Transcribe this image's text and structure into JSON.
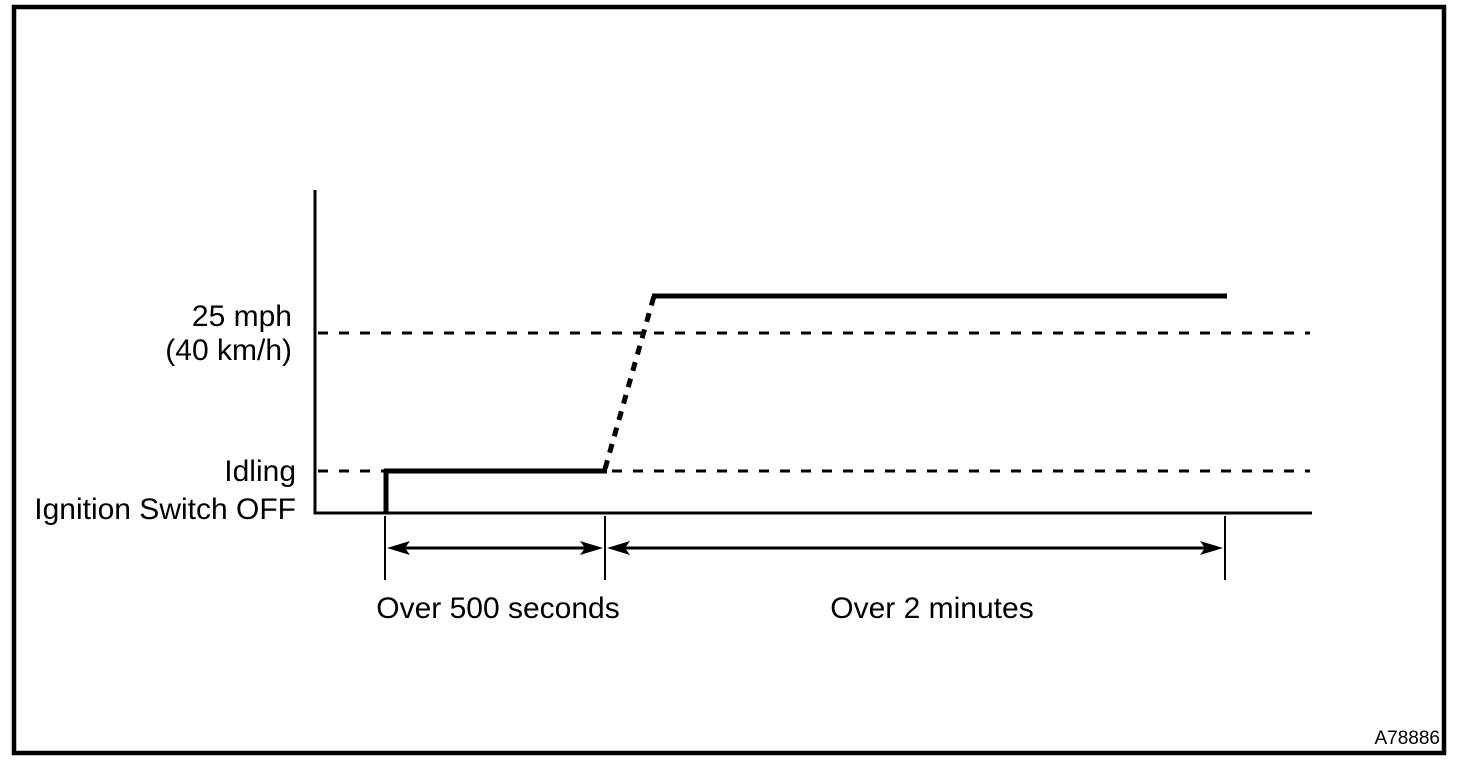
{
  "figure_code": "A78886",
  "labels": {
    "speed_threshold_line1": "25 mph",
    "speed_threshold_line2": "(40 km/h)",
    "idling": "Idling",
    "ignition_switch_off": "Ignition Switch OFF",
    "duration_idle": "Over 500 seconds",
    "duration_drive": "Over 2 minutes"
  },
  "diagram": {
    "type": "drive-pattern-step-chart",
    "y_levels": [
      "Ignition Switch OFF",
      "Idling",
      "25 mph (40 km/h)"
    ],
    "segments": [
      {
        "phase": "idle",
        "level": "Idling",
        "duration": "Over 500 seconds",
        "line_style": "solid"
      },
      {
        "phase": "acceleration",
        "from_level": "Idling",
        "to_level": "above 25 mph (40 km/h)",
        "line_style": "dashed"
      },
      {
        "phase": "cruise",
        "level": "above 25 mph (40 km/h)",
        "duration": "Over 2 minutes",
        "line_style": "solid"
      }
    ],
    "colors": {
      "foreground": "#000000",
      "background": "#ffffff"
    }
  }
}
